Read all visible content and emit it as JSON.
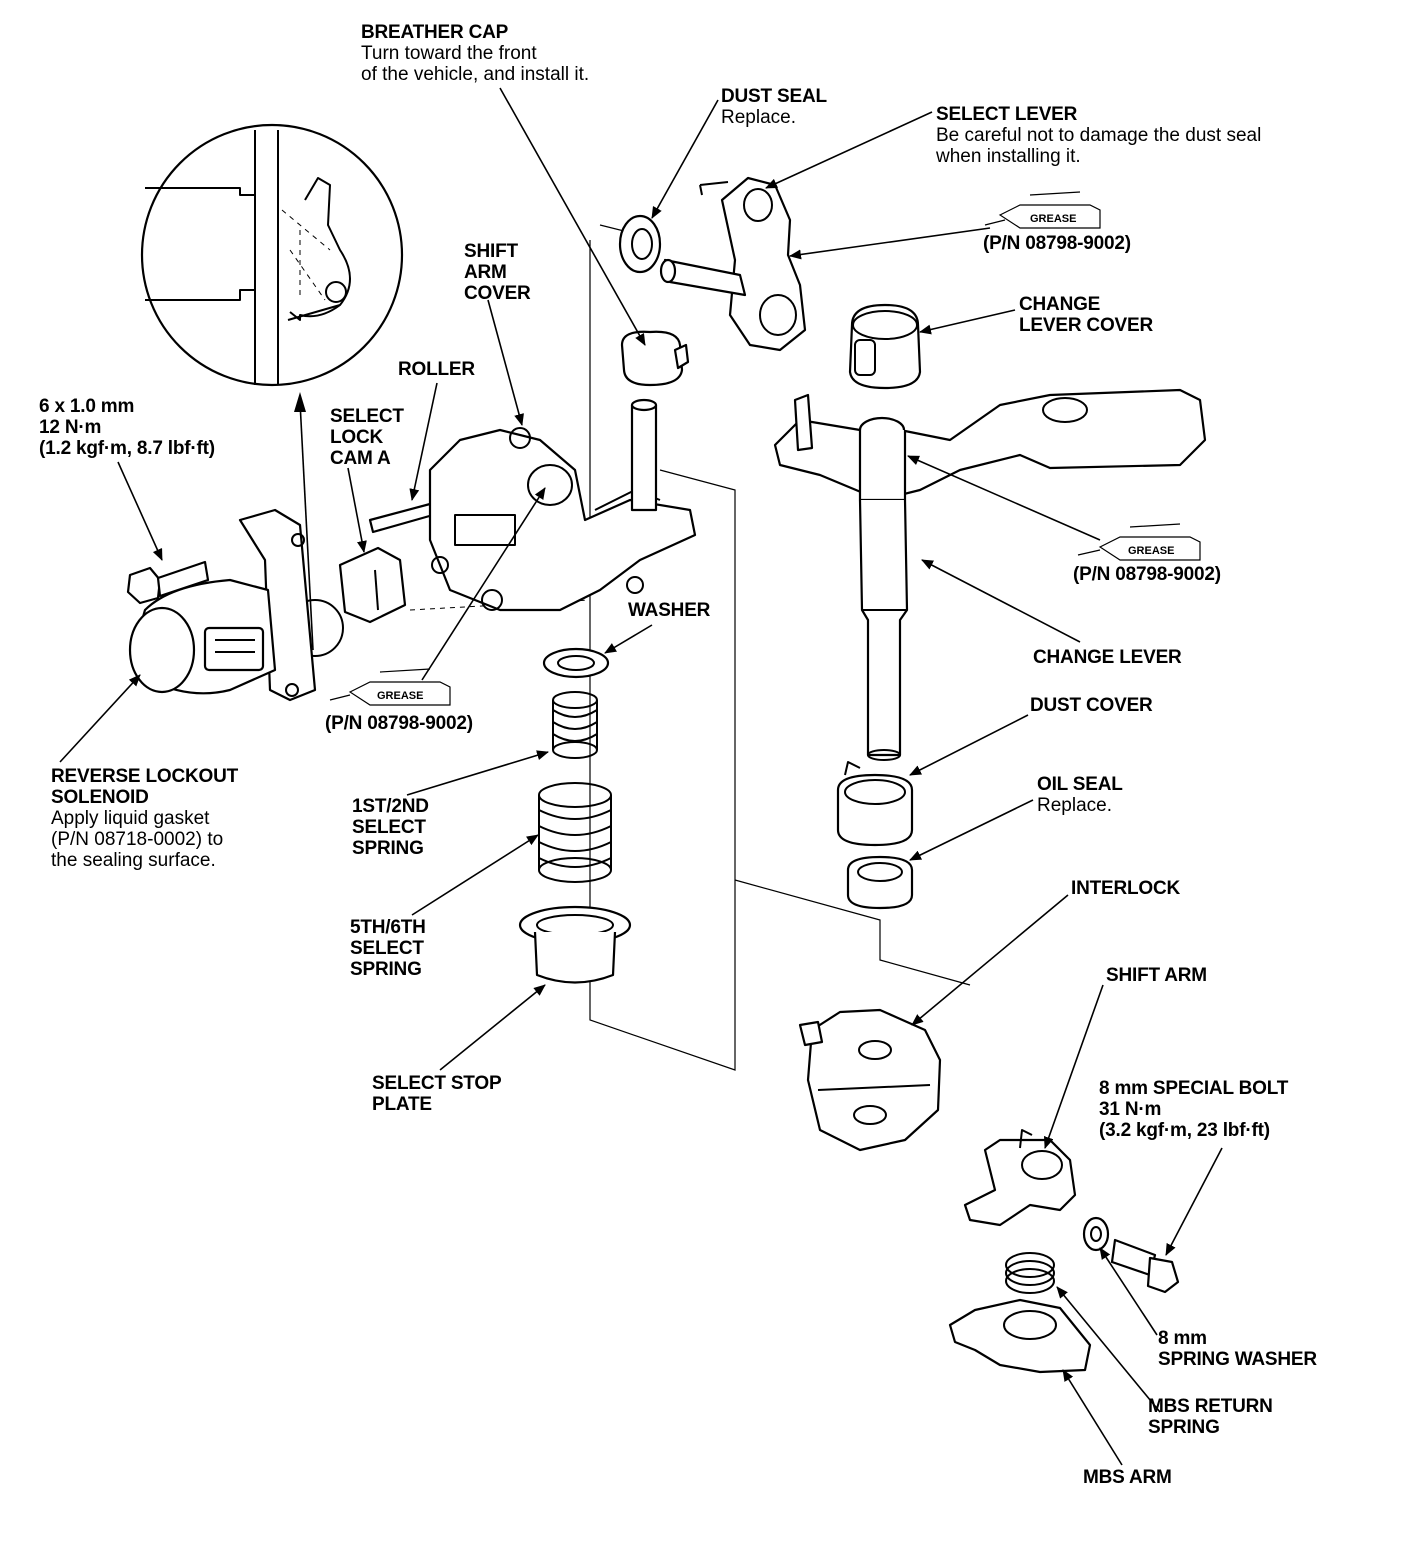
{
  "labels": {
    "breather_cap": {
      "title": "BREATHER CAP",
      "note1": "Turn toward the front",
      "note2": "of the vehicle, and install it."
    },
    "dust_seal_top": {
      "title": "DUST SEAL",
      "note1": "Replace."
    },
    "select_lever": {
      "title": "SELECT LEVER",
      "note1": "Be careful not to damage the dust seal",
      "note2": "when installing it."
    },
    "grease_pn_1": "(P/N 08798-9002)",
    "shift_arm_cover": {
      "l1": "SHIFT",
      "l2": "ARM",
      "l3": "COVER"
    },
    "change_lever_cover": {
      "l1": "CHANGE",
      "l2": "LEVER COVER"
    },
    "roller": "ROLLER",
    "select_lock_cam": {
      "l1": "SELECT",
      "l2": "LOCK",
      "l3": "CAM A"
    },
    "bolt_6mm": {
      "l1": "6 x 1.0 mm",
      "l2": "12 N·m",
      "l3": "(1.2 kgf·m, 8.7 lbf·ft)"
    },
    "grease_pn_2": "(P/N 08798-9002)",
    "washer": "WASHER",
    "change_lever": "CHANGE LEVER",
    "grease_pn_3": "(P/N 08798-9002)",
    "dust_cover": "DUST COVER",
    "reverse_lockout": {
      "l1": "REVERSE LOCKOUT",
      "l2": "SOLENOID",
      "n1": "Apply liquid gasket",
      "n2": "(P/N 08718-0002) to",
      "n3": "the sealing surface."
    },
    "spring_1st2nd": {
      "l1": "1ST/2ND",
      "l2": "SELECT",
      "l3": "SPRING"
    },
    "oil_seal": {
      "title": "OIL SEAL",
      "note1": "Replace."
    },
    "interlock": "INTERLOCK",
    "spring_5th6th": {
      "l1": "5TH/6TH",
      "l2": "SELECT",
      "l3": "SPRING"
    },
    "shift_arm": "SHIFT ARM",
    "select_stop_plate": {
      "l1": "SELECT STOP",
      "l2": "PLATE"
    },
    "special_bolt": {
      "l1": "8 mm SPECIAL BOLT",
      "l2": "31 N·m",
      "l3": "(3.2 kgf·m, 23 lbf·ft)"
    },
    "spring_washer": {
      "l1": "8 mm",
      "l2": "SPRING WASHER"
    },
    "mbs_return_spring": {
      "l1": "MBS RETURN",
      "l2": "SPRING"
    },
    "mbs_arm": "MBS ARM"
  },
  "grease_tag": "GREASE"
}
